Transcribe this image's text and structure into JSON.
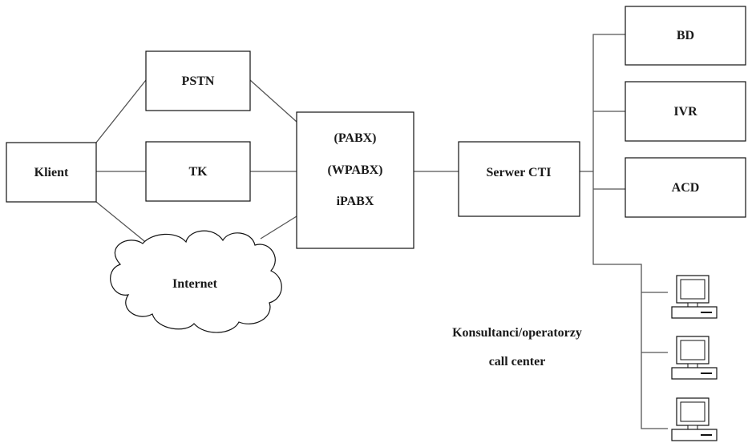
{
  "nodes": {
    "klient": "Klient",
    "pstn": "PSTN",
    "tk": "TK",
    "internet": "Internet",
    "pabx_line1": "(PABX)",
    "pabx_line2": "(WPABX)",
    "pabx_line3": "iPABX",
    "serwer_cti": "Serwer CTI",
    "bd": "BD",
    "ivr": "IVR",
    "acd": "ACD"
  },
  "consultants": {
    "line1": "Konsultanci/operatorzy",
    "line2": "call center",
    "workstation_count": 3,
    "icon": "computer-workstation-icon"
  }
}
